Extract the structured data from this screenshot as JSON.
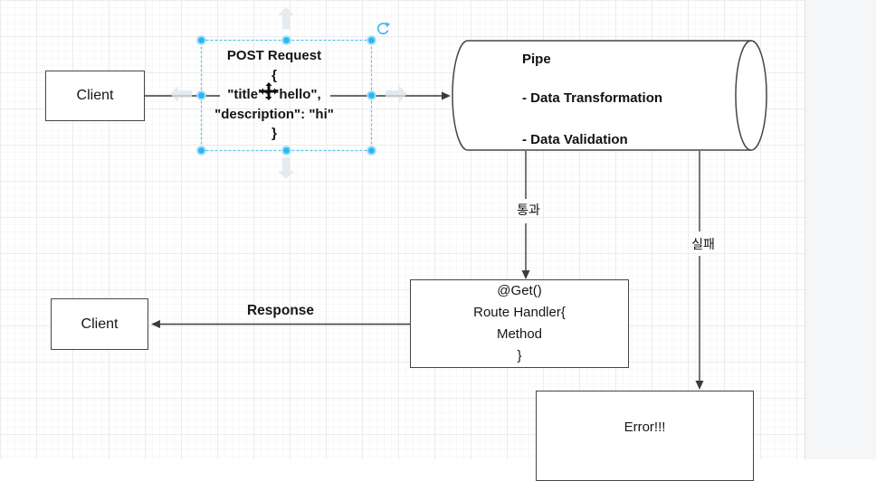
{
  "diagram": {
    "client_top": {
      "label": "Client"
    },
    "client_bottom": {
      "label": "Client"
    },
    "pipe": {
      "title": "Pipe",
      "items": [
        "- Data Transformation",
        "- Data Validation"
      ]
    },
    "route_handler": {
      "lines": [
        "@Get()",
        "Route Handler{",
        "Method",
        "}"
      ]
    },
    "error": {
      "label": "Error!!!"
    },
    "request_label": {
      "lines": [
        "POST Request",
        "{",
        "\"title\": \"hello\",",
        "\"description\": \"hi\"",
        "}"
      ]
    },
    "response_label": "Response",
    "pass_label": "통과",
    "fail_label": "실패"
  },
  "selection": {
    "handle_color": "#29b6f2",
    "border_color": "#59c1ef",
    "icons": [
      "rotate-clockwise-icon",
      "move-cursor-icon",
      "quick-connect-arrow-icons"
    ]
  },
  "colors": {
    "stroke": "#3c3c3c",
    "grid_major": "#ececec",
    "grid_minor": "#f8f8f8",
    "offpage_background": "#f5f6f7"
  }
}
